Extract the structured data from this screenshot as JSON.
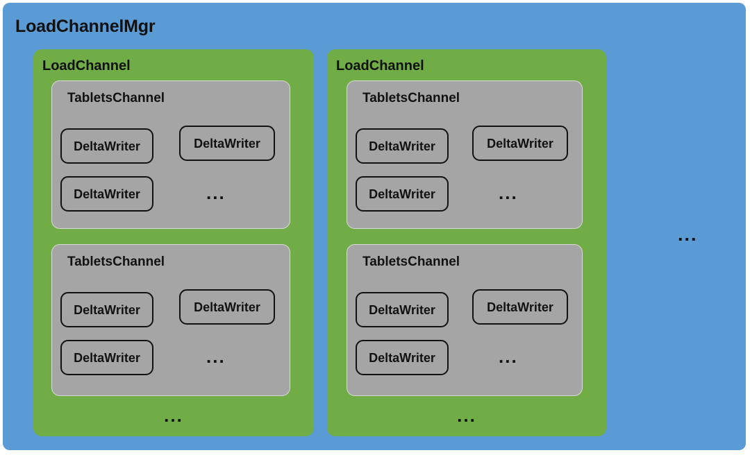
{
  "manager": {
    "title": "LoadChannelMgr",
    "more_indicator": "...",
    "color": "#5B9BD5"
  },
  "colors": {
    "manager_bg": "#5B9BD5",
    "channel_bg": "#70AD47",
    "tablets_bg": "#A5A5A5",
    "tablets_border": "#D9D9D9",
    "writer_border": "#111111",
    "text": "#111111"
  },
  "channels": [
    {
      "title": "LoadChannel",
      "more_indicator": "...",
      "tablets_channels": [
        {
          "title": "TabletsChannel",
          "more_indicator": "...",
          "writers": [
            {
              "label": "DeltaWriter"
            },
            {
              "label": "DeltaWriter"
            },
            {
              "label": "DeltaWriter"
            }
          ]
        },
        {
          "title": "TabletsChannel",
          "more_indicator": "...",
          "writers": [
            {
              "label": "DeltaWriter"
            },
            {
              "label": "DeltaWriter"
            },
            {
              "label": "DeltaWriter"
            }
          ]
        }
      ]
    },
    {
      "title": "LoadChannel",
      "more_indicator": "...",
      "tablets_channels": [
        {
          "title": "TabletsChannel",
          "more_indicator": "...",
          "writers": [
            {
              "label": "DeltaWriter"
            },
            {
              "label": "DeltaWriter"
            },
            {
              "label": "DeltaWriter"
            }
          ]
        },
        {
          "title": "TabletsChannel",
          "more_indicator": "...",
          "writers": [
            {
              "label": "DeltaWriter"
            },
            {
              "label": "DeltaWriter"
            },
            {
              "label": "DeltaWriter"
            }
          ]
        }
      ]
    }
  ]
}
